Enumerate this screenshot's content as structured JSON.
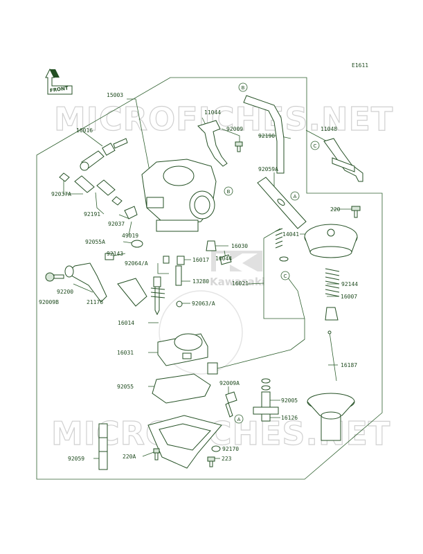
{
  "diagram_code": "E1611",
  "front_label": "FRONT",
  "watermark_text": "MICROFICHES.NET",
  "logo_text": "Kawasaki",
  "callouts": {
    "b1": "B",
    "b2": "B",
    "c1": "C",
    "c2": "C",
    "a1": "A",
    "a2": "A"
  },
  "parts": {
    "p15003": "15003",
    "p11044": "11044",
    "p16016": "16016",
    "p92009": "92009",
    "p92190": "92190",
    "p11048": "11048",
    "p92059A": "92059A",
    "p92037A": "92037A",
    "p92191": "92191",
    "p92037": "92037",
    "p220": "220",
    "p49019": "49019",
    "p14041": "14041",
    "p92055A": "92055A",
    "p16030": "16030",
    "p92064A": "92064/A",
    "p16017": "16017",
    "p16044": "16044",
    "p92143": "92143",
    "p13280": "13280",
    "p16021": "16021",
    "p92144": "92144",
    "p92200": "92200",
    "p92009B": "92009B",
    "p21176": "21176",
    "p92063A": "92063/A",
    "p16007": "16007",
    "p16014": "16014",
    "p16031": "16031",
    "p16187": "16187",
    "p92055": "92055",
    "p92009A": "92009A",
    "p92005": "92005",
    "p16126": "16126",
    "p92170": "92170",
    "p220A": "220A",
    "p92059": "92059",
    "p223": "223"
  }
}
